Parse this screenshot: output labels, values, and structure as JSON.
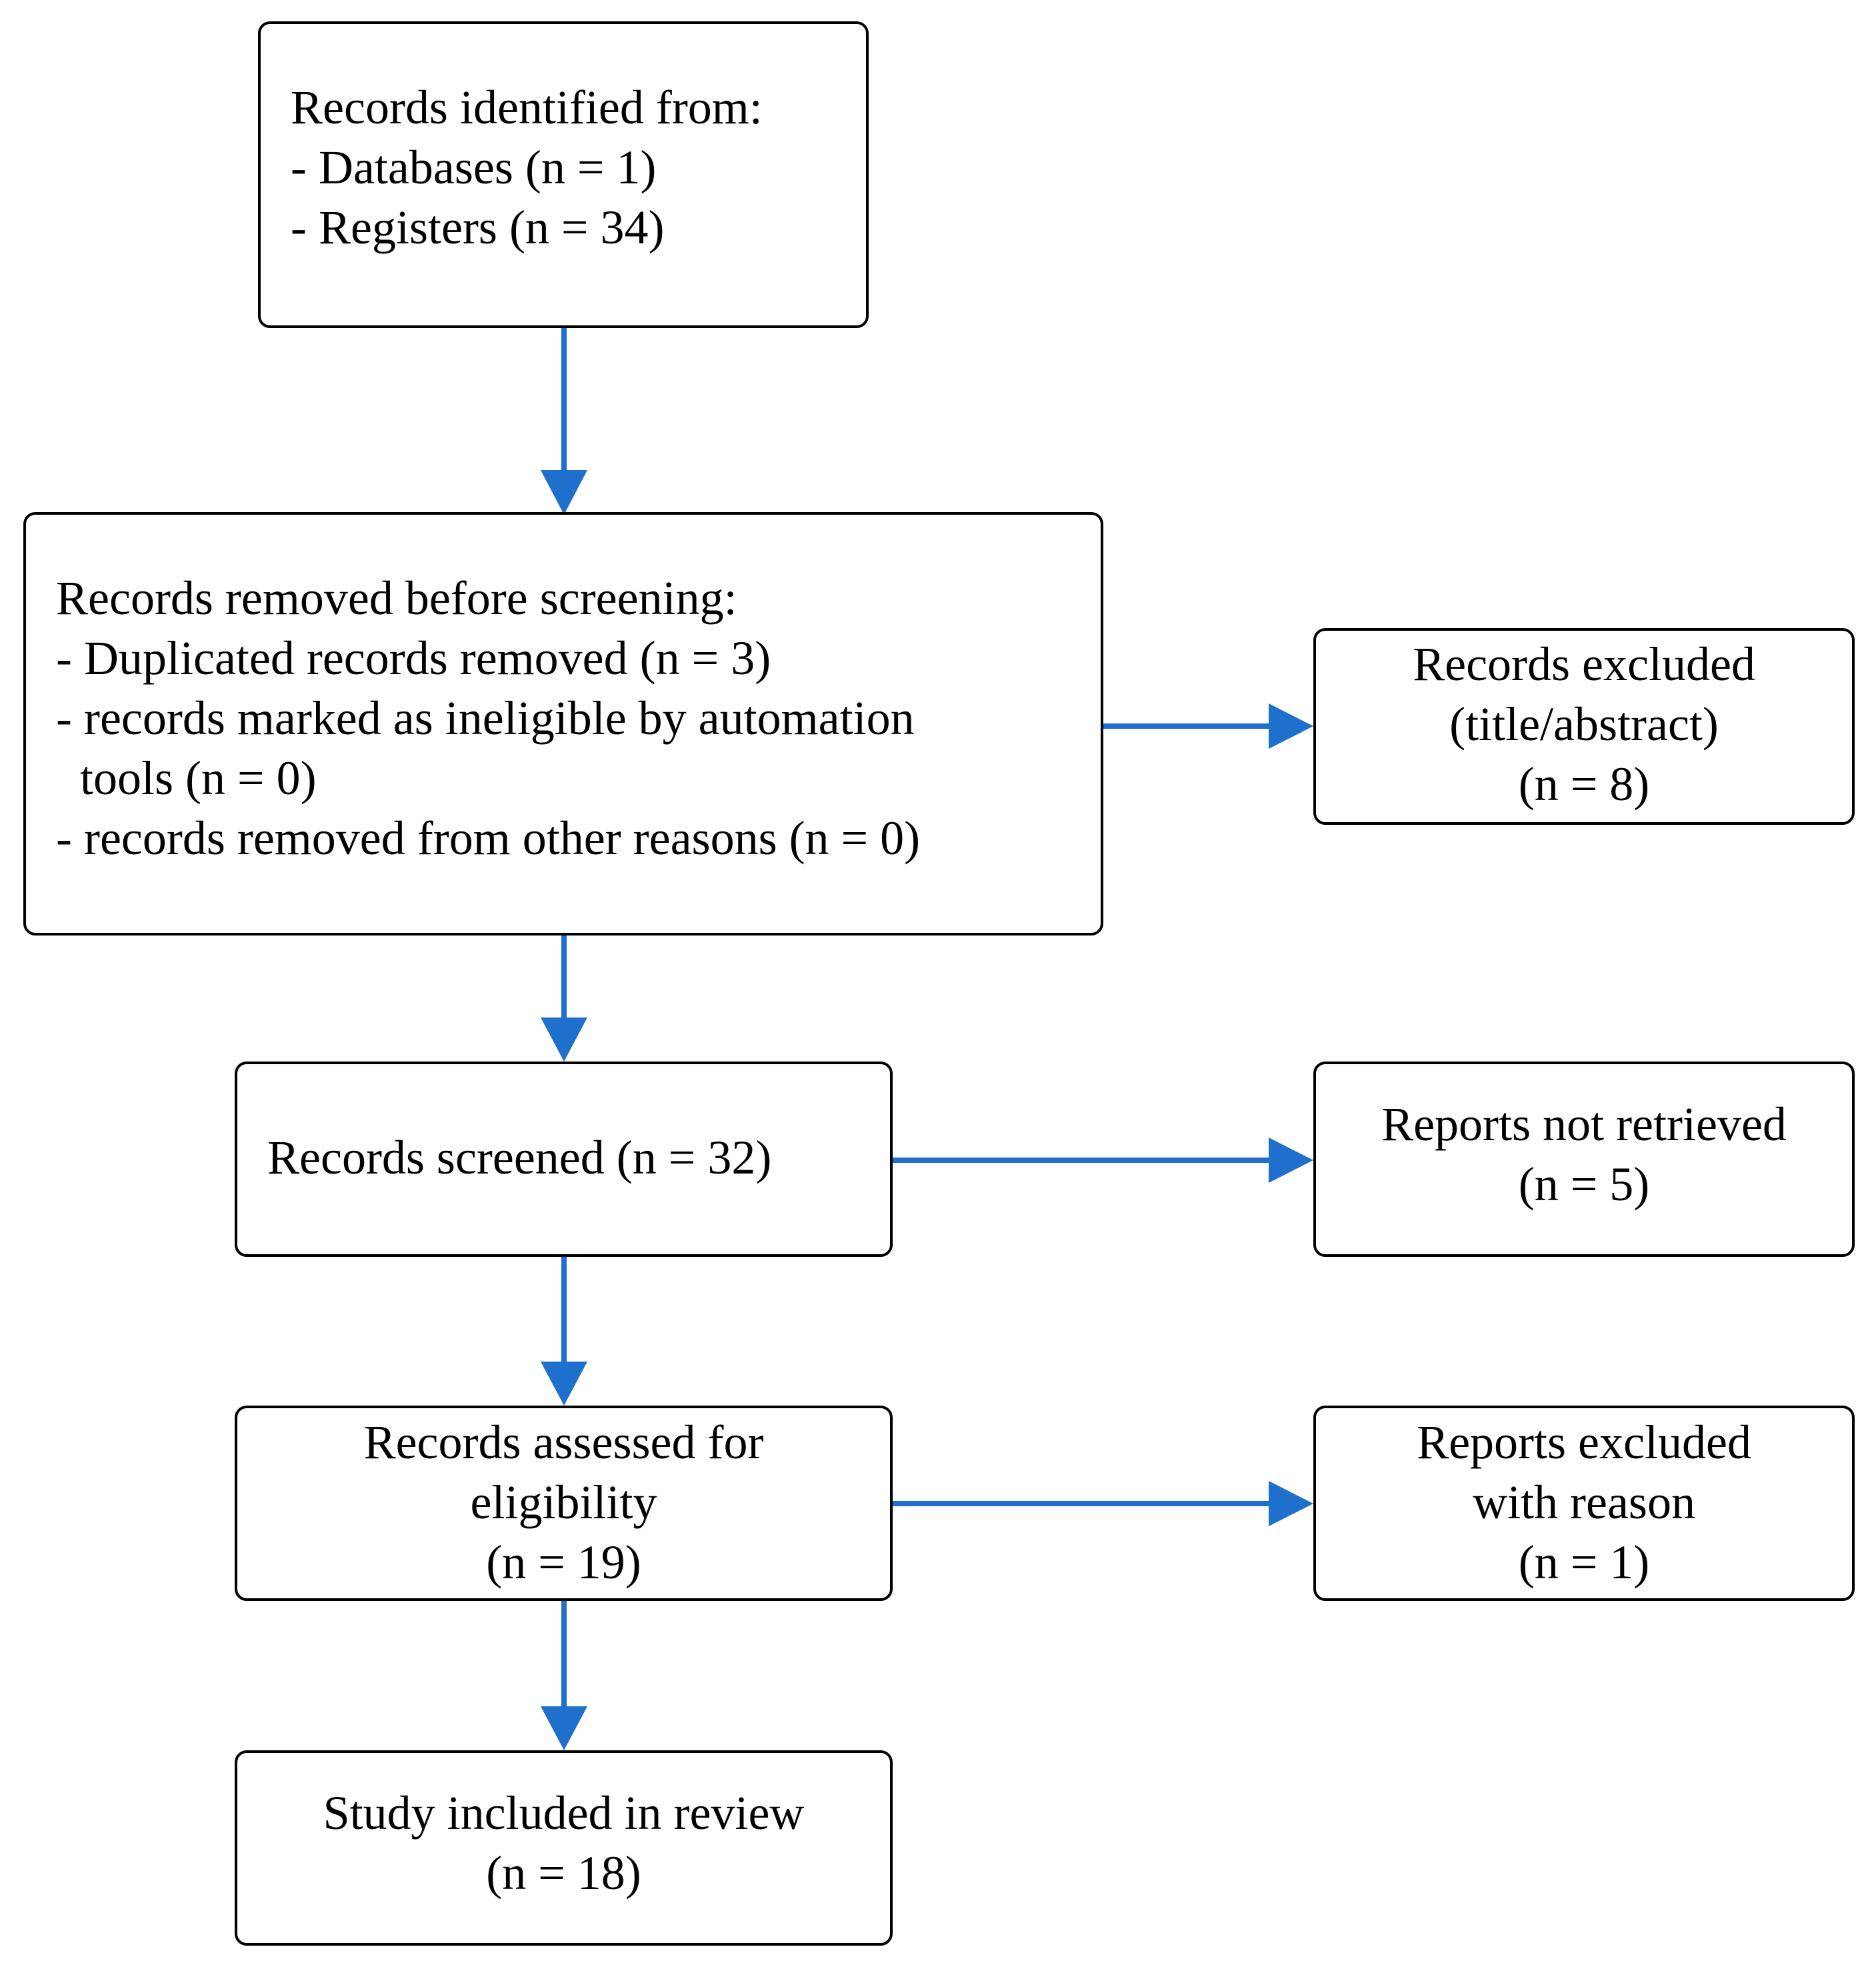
{
  "colors": {
    "arrow": "#1f6fcd",
    "box_border": "#000000"
  },
  "boxes": {
    "identified": {
      "lines": [
        "Records identified from:",
        "- Databases (n = 1)",
        "- Registers (n = 34)"
      ]
    },
    "removed": {
      "lines": [
        "Records removed before screening:",
        "- Duplicated records removed (n = 3)",
        "- records marked as ineligible by automation",
        "  tools (n = 0)",
        "- records removed from other reasons (n = 0)"
      ]
    },
    "screened": {
      "lines": [
        "Records screened (n = 32)"
      ]
    },
    "assessed": {
      "lines": [
        "Records assessed for",
        "eligibility",
        "(n = 19)"
      ]
    },
    "included": {
      "lines": [
        "Study included in review",
        "(n = 18)"
      ]
    },
    "excluded_title": {
      "lines": [
        "Records excluded",
        "(title/abstract)",
        "(n = 8)"
      ]
    },
    "not_retrieved": {
      "lines": [
        "Reports not retrieved",
        "(n = 5)"
      ]
    },
    "excluded_reason": {
      "lines": [
        "Reports excluded",
        "with reason",
        "(n = 1)"
      ]
    }
  }
}
